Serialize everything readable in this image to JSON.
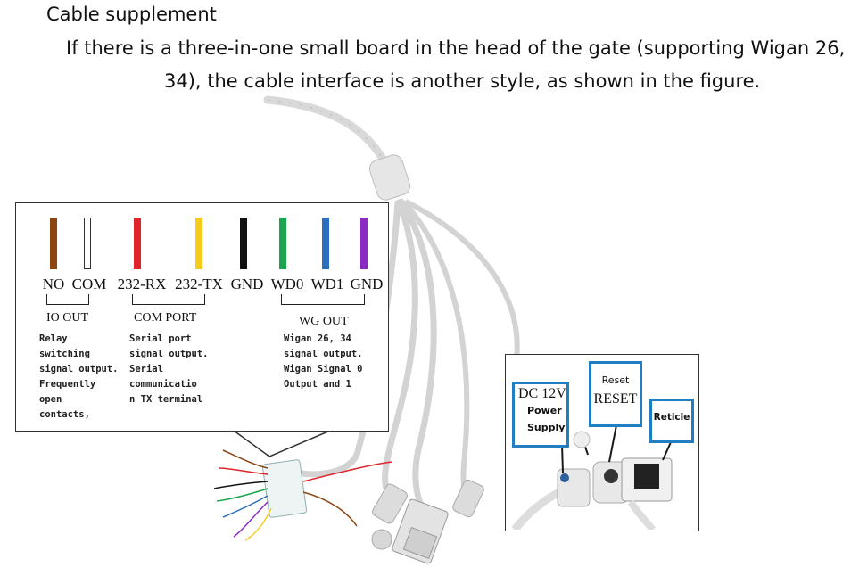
{
  "heading": "Cable supplement",
  "paragraph": {
    "line1": "If there is a three-in-one small board in the head of the gate (supporting Wigan 26,",
    "line2": "34), the cable interface is another style, as shown in the figure."
  },
  "pins": [
    {
      "label": "NO",
      "color": "#8b4513"
    },
    {
      "label": "COM",
      "color": "#ffffff"
    },
    {
      "label": "232-RX",
      "color": "#e0242b"
    },
    {
      "label": "232-TX",
      "color": "#f5cc1b"
    },
    {
      "label": "GND",
      "color": "#111111"
    },
    {
      "label": "WD0",
      "color": "#1aa64a"
    },
    {
      "label": "WD1",
      "color": "#2c6fbf"
    },
    {
      "label": "GND",
      "color": "#8a2bc2"
    }
  ],
  "groups": {
    "io": {
      "title": "IO OUT",
      "desc": [
        "Relay",
        "switching",
        "signal output.",
        "Frequently",
        "open",
        "contacts,"
      ]
    },
    "com": {
      "title": "COM PORT",
      "desc": [
        "Serial port",
        "signal output.",
        "Serial",
        "communicatio",
        "n TX terminal"
      ]
    },
    "wg": {
      "title": "WG OUT",
      "desc": [
        "Wigan 26, 34",
        "signal output.",
        "Wigan Signal 0",
        "Output and 1"
      ]
    }
  },
  "power": {
    "dc_title": "DC 12V",
    "dc_line1": "Power",
    "dc_line2": "Supply",
    "reset_small": "Reset",
    "reset_big": "RESET",
    "reticle": "Reticle"
  },
  "colors": {
    "callout_border": "#1f7fc2"
  }
}
